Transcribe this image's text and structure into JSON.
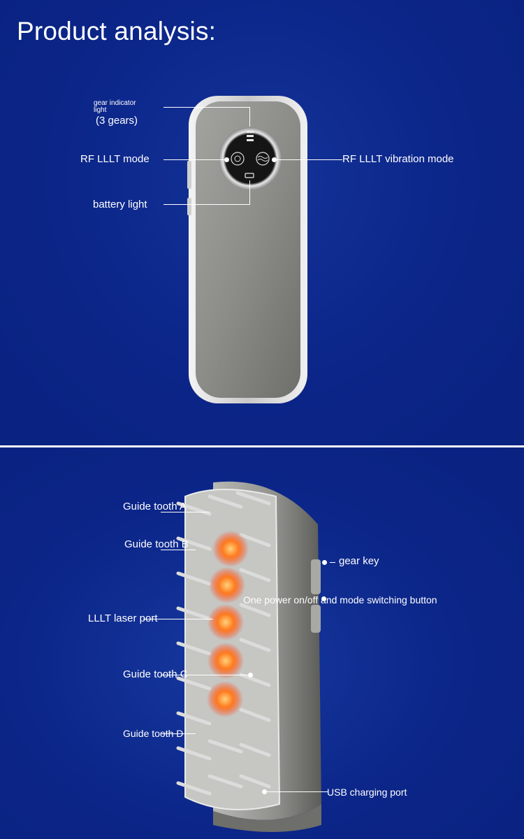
{
  "heading": "Product analysis:",
  "front_view": {
    "gear_indicator_light": "gear indicator light",
    "three_gears": "(3 gears)",
    "rf_lllt_mode": "RF LLLT mode",
    "rf_lllt_vibration_mode": "RF LLLT vibration mode",
    "battery_light": "battery light"
  },
  "side_view": {
    "guide_tooth_a": "Guide tooth A",
    "guide_tooth_b": "Guide tooth B",
    "gear_key": "gear key",
    "power_button": "One power on/off and mode switching button",
    "lllt_laser_port": "LLLT laser port",
    "guide_tooth_c": "Guide tooth C",
    "guide_tooth_d": "Guide tooth D",
    "usb_charging_port": "USB charging port"
  },
  "colors": {
    "background": "#0b2588",
    "device_body": "#8c8c88",
    "laser_glow": "#ff6a1a"
  }
}
